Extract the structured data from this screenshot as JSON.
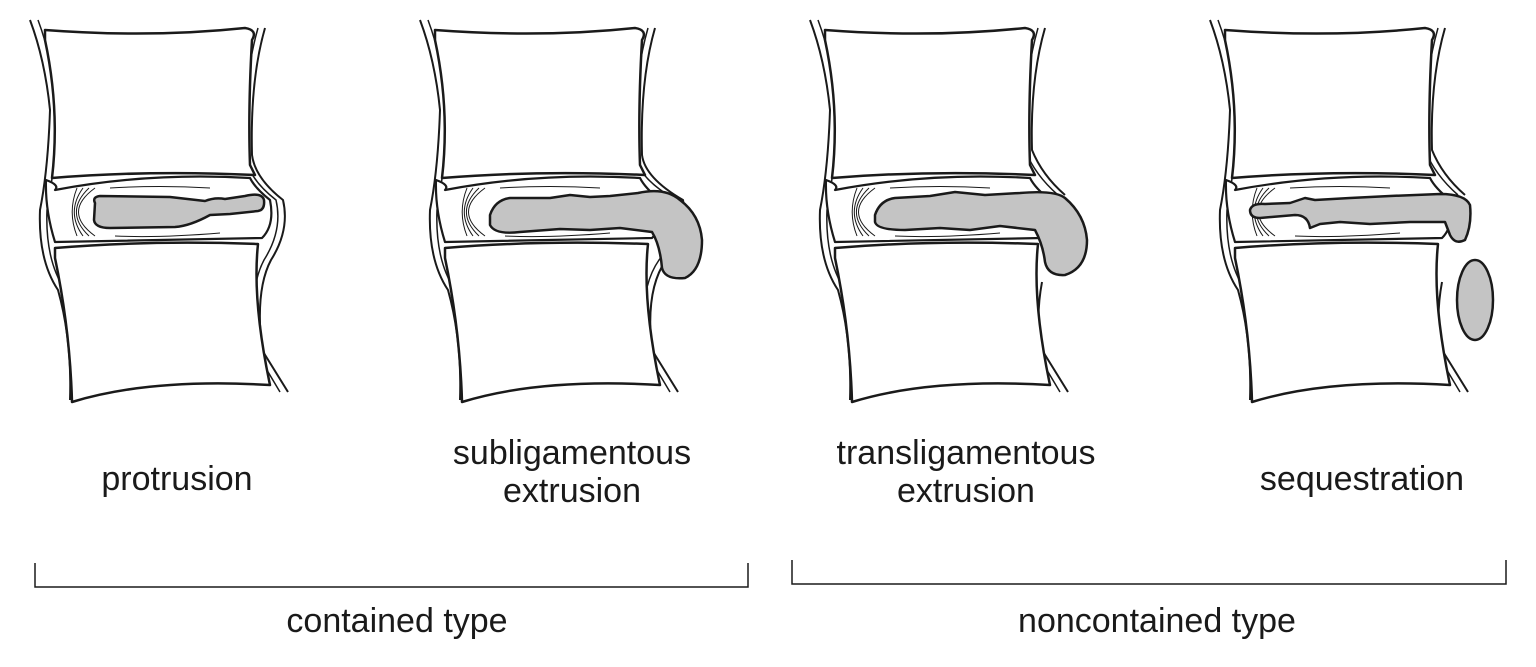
{
  "panels": [
    {
      "label_1": "protrusion",
      "label_2": ""
    },
    {
      "label_1": "subligamentous",
      "label_2": "extrusion"
    },
    {
      "label_1": "transligamentous",
      "label_2": "extrusion"
    },
    {
      "label_1": "sequestration",
      "label_2": ""
    }
  ],
  "groups": [
    {
      "label": "contained type"
    },
    {
      "label": "noncontained type"
    }
  ],
  "colors": {
    "stroke": "#1a1a1a",
    "nucleus": "#c4c4c4",
    "background": "#ffffff"
  }
}
